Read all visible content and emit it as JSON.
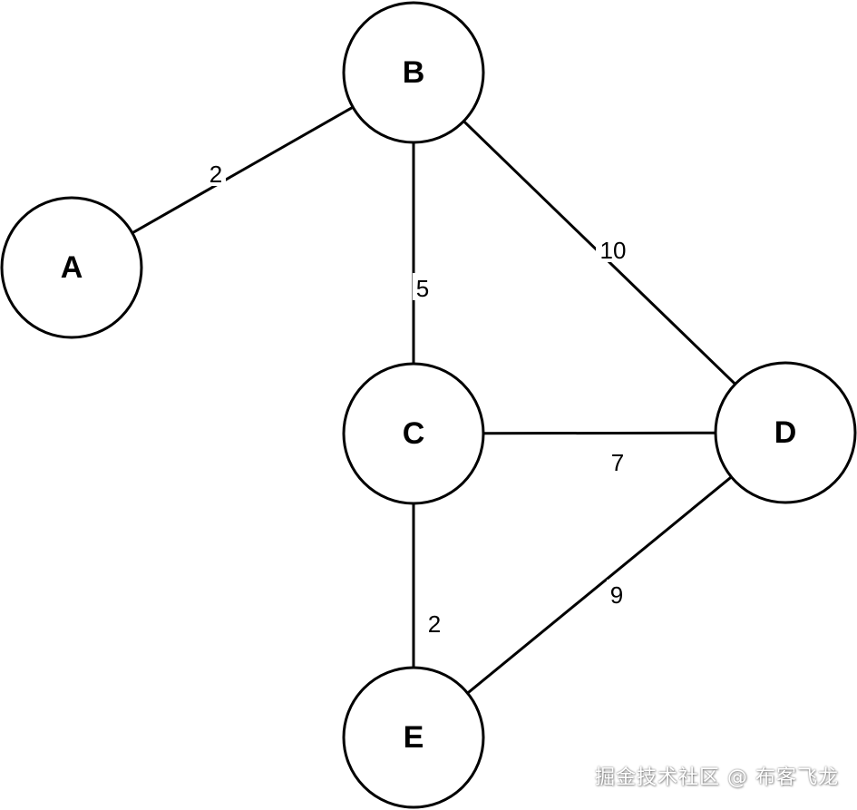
{
  "graph": {
    "nodes": [
      {
        "id": "A",
        "label": "A"
      },
      {
        "id": "B",
        "label": "B"
      },
      {
        "id": "C",
        "label": "C"
      },
      {
        "id": "D",
        "label": "D"
      },
      {
        "id": "E",
        "label": "E"
      }
    ],
    "edges": [
      {
        "from": "A",
        "to": "B",
        "weight": "2"
      },
      {
        "from": "B",
        "to": "C",
        "weight": "5"
      },
      {
        "from": "B",
        "to": "D",
        "weight": "10"
      },
      {
        "from": "C",
        "to": "D",
        "weight": "7"
      },
      {
        "from": "C",
        "to": "E",
        "weight": "2"
      },
      {
        "from": "D",
        "to": "E",
        "weight": "9"
      }
    ]
  },
  "watermark": "掘金技术社区 @ 布客飞龙"
}
